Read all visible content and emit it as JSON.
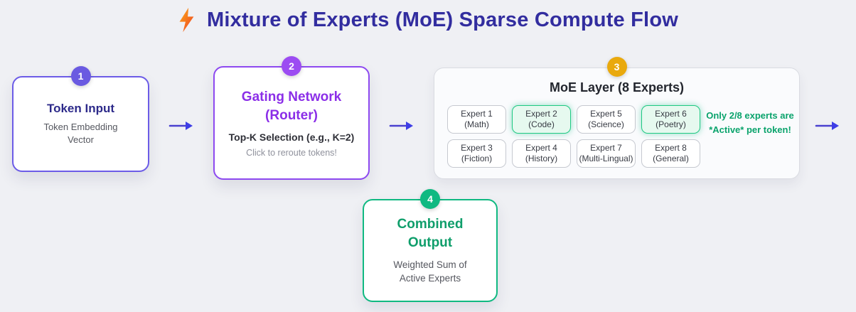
{
  "header": {
    "title": "Mixture of Experts (MoE) Sparse Compute Flow",
    "icon": "lightning-icon",
    "title_color": "#322d9f"
  },
  "nodes": {
    "token_input": {
      "badge": "1",
      "title": "Token Input",
      "subtitle": "Token Embedding Vector",
      "border_color": "#6c5ce7",
      "badge_color": "#6a5ae1"
    },
    "gating_network": {
      "badge": "2",
      "title": "Gating Network (Router)",
      "selection": "Top-K Selection (e.g., K=2)",
      "hint": "Click to reroute tokens!",
      "border_color": "#8d49f0",
      "badge_color": "#9c4cf2"
    },
    "moe_layer": {
      "badge": "3",
      "title": "MoE Layer (8 Experts)",
      "note": "Only 2/8 experts are *Active* per token!",
      "badge_color": "#e9a90d",
      "note_color": "#0aa36c",
      "active_border_color": "#1ec982",
      "experts": [
        {
          "name": "Expert 1",
          "domain": "(Math)",
          "active": false
        },
        {
          "name": "Expert 2",
          "domain": "(Code)",
          "active": true
        },
        {
          "name": "Expert 5",
          "domain": "(Science)",
          "active": false
        },
        {
          "name": "Expert 6",
          "domain": "(Poetry)",
          "active": true
        },
        {
          "name": "Expert 3",
          "domain": "(Fiction)",
          "active": false
        },
        {
          "name": "Expert 4",
          "domain": "(History)",
          "active": false
        },
        {
          "name": "Expert 7",
          "domain": "(Multi-Lingual)",
          "active": false
        },
        {
          "name": "Expert 8",
          "domain": "(General)",
          "active": false
        }
      ]
    },
    "combined_output": {
      "badge": "4",
      "title": "Combined Output",
      "subtitle": "Weighted Sum of Active Experts",
      "border_color": "#10b981",
      "badge_color": "#10b981"
    }
  },
  "arrow_color": "#453fd2"
}
